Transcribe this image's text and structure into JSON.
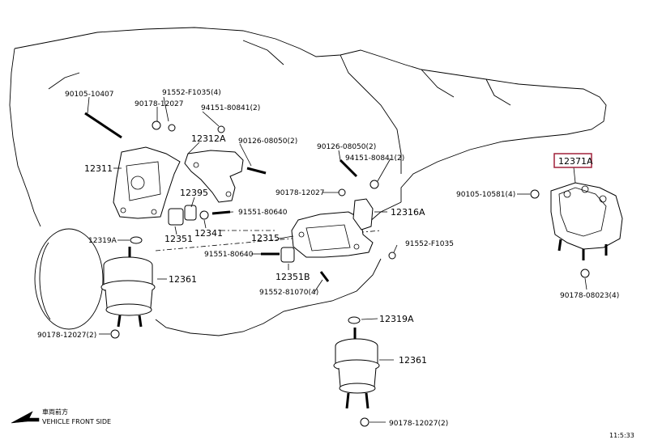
{
  "labels": {
    "p90105_10407": "90105-10407",
    "p91552_f1035_4": "91552-F1035(4)",
    "p90178_12027_a": "90178-12027",
    "p94151_80841_2a": "94151-80841(2)",
    "p12312A": "12312A",
    "p90126_08050_2a": "90126-08050(2)",
    "p12311": "12311",
    "p12395": "12395",
    "p91551_80640_a": "91551-80640",
    "p12351": "12351",
    "p12341": "12341",
    "p12319A_a": "12319A",
    "p12361_a": "12361",
    "p90178_12027_2a": "90178-12027(2)",
    "p90126_08050_2b": "90126-08050(2)",
    "p94151_80841_2b": "94151-80841(2)",
    "p90178_12027_b": "90178-12027",
    "p12316A": "12316A",
    "p12315": "12315",
    "p91551_80640_b": "91551-80640",
    "p12351B": "12351B",
    "p91552_81070_4": "91552-81070(4)",
    "p91552_f1035": "91552-F1035",
    "p12319A_b": "12319A",
    "p12361_b": "12361",
    "p90178_12027_2b": "90178-12027(2)",
    "p12371A": "12371A",
    "p90105_10581_4": "90105-10581(4)",
    "p90178_08023_4": "90178-08023(4)"
  },
  "direction": {
    "jp_text": "車両前方",
    "en_text": "VEHICLE FRONT SIDE"
  },
  "figure_code": "11:5:33",
  "colors": {
    "highlight": "#a0203a",
    "line": "#000000"
  }
}
